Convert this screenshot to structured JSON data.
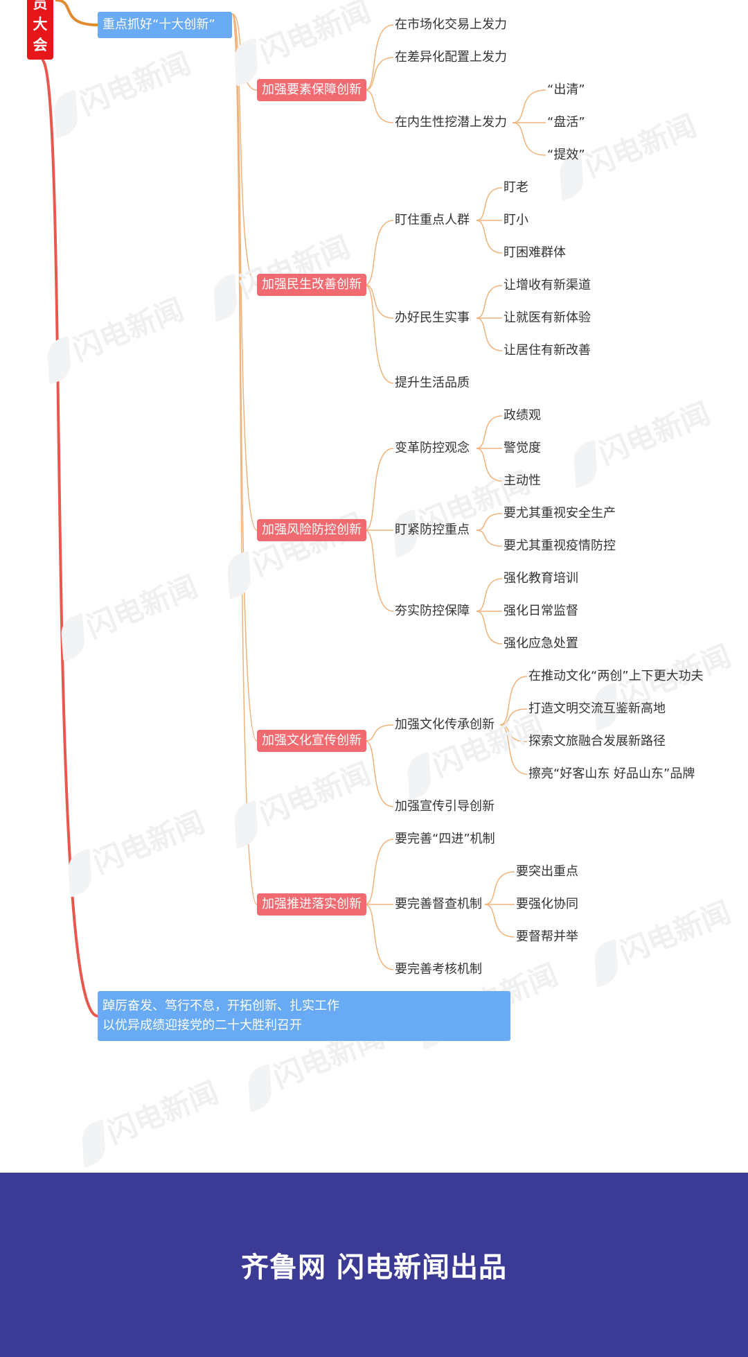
{
  "root": {
    "chars": [
      "员",
      "大",
      "会"
    ]
  },
  "top_branch": {
    "label": "重点抓好“十大创新”"
  },
  "bottom_branch": {
    "line1": "踔厉奋发、笃行不怠，开拓创新、扎实工作",
    "line2": "以优异成绩迎接党的二十大胜利召开"
  },
  "watermark_text": "闪电新闻",
  "groups": [
    {
      "label": "加强要素保障创新",
      "children": [
        {
          "label": "在市场化交易上发力",
          "children": []
        },
        {
          "label": "在差异化配置上发力",
          "children": []
        },
        {
          "label": "在内生性挖潜上发力",
          "children": [
            {
              "label": "“出清”"
            },
            {
              "label": "“盘活”"
            },
            {
              "label": "“提效”"
            }
          ]
        }
      ]
    },
    {
      "label": "加强民生改善创新",
      "children": [
        {
          "label": "盯住重点人群",
          "children": [
            {
              "label": "盯老"
            },
            {
              "label": "盯小"
            },
            {
              "label": "盯困难群体"
            }
          ]
        },
        {
          "label": "办好民生实事",
          "children": [
            {
              "label": "让增收有新渠道"
            },
            {
              "label": "让就医有新体验"
            },
            {
              "label": "让居住有新改善"
            }
          ]
        },
        {
          "label": "提升生活品质",
          "children": []
        }
      ]
    },
    {
      "label": "加强风险防控创新",
      "children": [
        {
          "label": "变革防控观念",
          "children": [
            {
              "label": "政绩观"
            },
            {
              "label": "警觉度"
            },
            {
              "label": "主动性"
            }
          ]
        },
        {
          "label": "盯紧防控重点",
          "children": [
            {
              "label": "要尤其重视安全生产"
            },
            {
              "label": "要尤其重视疫情防控"
            }
          ]
        },
        {
          "label": "夯实防控保障",
          "children": [
            {
              "label": "强化教育培训"
            },
            {
              "label": "强化日常监督"
            },
            {
              "label": "强化应急处置"
            }
          ]
        }
      ]
    },
    {
      "label": "加强文化宣传创新",
      "children": [
        {
          "label": "加强文化传承创新",
          "children": [
            {
              "label": "在推动文化“两创”上下更大功夫"
            },
            {
              "label": "打造文明交流互鉴新高地"
            },
            {
              "label": "探索文旅融合发展新路径"
            },
            {
              "label": "擦亮“好客山东 好品山东”品牌"
            }
          ]
        },
        {
          "label": "加强宣传引导创新",
          "children": []
        }
      ]
    },
    {
      "label": "加强推进落实创新",
      "children": [
        {
          "label": "要完善“四进”机制",
          "children": []
        },
        {
          "label": "要完善督查机制",
          "children": [
            {
              "label": "要突出重点"
            },
            {
              "label": "要强化协同"
            },
            {
              "label": "要督帮并举"
            }
          ]
        },
        {
          "label": "要完善考核机制",
          "children": []
        }
      ]
    }
  ],
  "footer": {
    "text": "齐鲁网 闪电新闻出品"
  },
  "colors": {
    "root": "#e6161b",
    "blue_box": "#68aaf3",
    "red_box": "#f16a6f",
    "connector": "#f0b27a",
    "trunk": "#e8584e",
    "top_link": "#e2892f",
    "footer_bg": "#3b3b96"
  }
}
